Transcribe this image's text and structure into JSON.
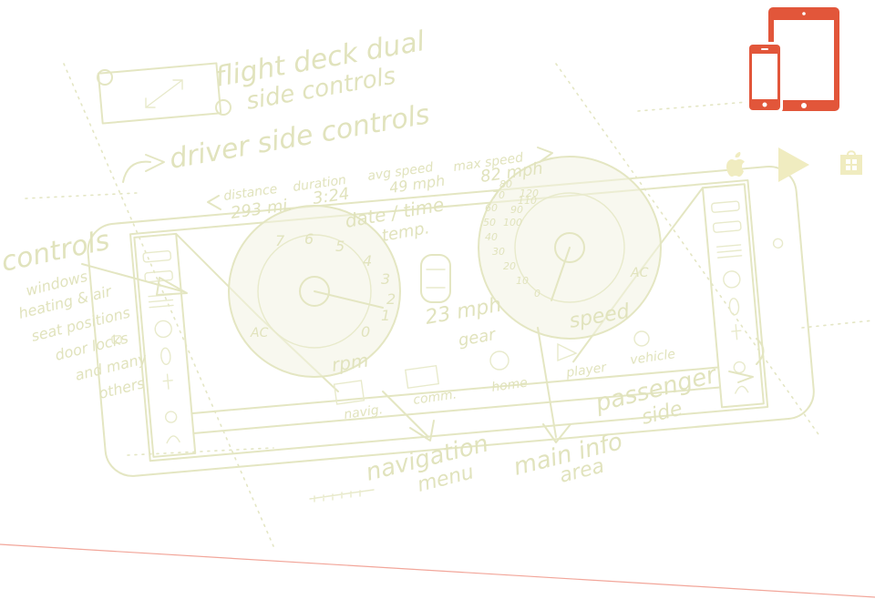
{
  "annotations": {
    "flight_deck_line1": "flight deck dual",
    "flight_deck_line2": "side controls",
    "driver_side": "driver side controls",
    "controls": "controls",
    "controls_list": [
      "windows",
      "heating & air",
      "seat positions",
      "door locks",
      "and many",
      "others"
    ],
    "navigation_menu_line1": "navigation",
    "navigation_menu_line2": "menu",
    "main_info_line1": "main info",
    "main_info_line2": "area",
    "passenger_line1": "passenger",
    "passenger_line2": "side"
  },
  "dashboard": {
    "distance_label": "distance",
    "distance_value": "293 mi.",
    "duration_label": "duration",
    "duration_value": "3:24",
    "avg_speed_label": "avg speed",
    "avg_speed_value": "49 mph",
    "max_speed_label": "max speed",
    "max_speed_value": "82 mph",
    "date_time": "date / time",
    "temp": "temp.",
    "speed_value": "23 mph",
    "gear": "gear",
    "rpm": "rpm",
    "speed": "speed",
    "ac_left": "AC",
    "ac_right": "AC",
    "rpm_ticks": [
      "0",
      "1",
      "2",
      "3",
      "4",
      "5",
      "6",
      "7"
    ],
    "speed_ticks": [
      "0",
      "10",
      "20",
      "30",
      "40",
      "50",
      "60",
      "70",
      "80",
      "90",
      "100",
      "110",
      "120"
    ]
  },
  "nav_menu": [
    "navig.",
    "comm.",
    "home",
    "player",
    "vehicle"
  ],
  "colors": {
    "sketch": "#e4e6c2",
    "device_accent": "#e2563a",
    "store_icons": "#f0ecc0",
    "baseline": "#f2a69a"
  },
  "icons": [
    "phone-tablet-icon",
    "apple-icon",
    "google-play-icon",
    "windows-store-icon"
  ]
}
